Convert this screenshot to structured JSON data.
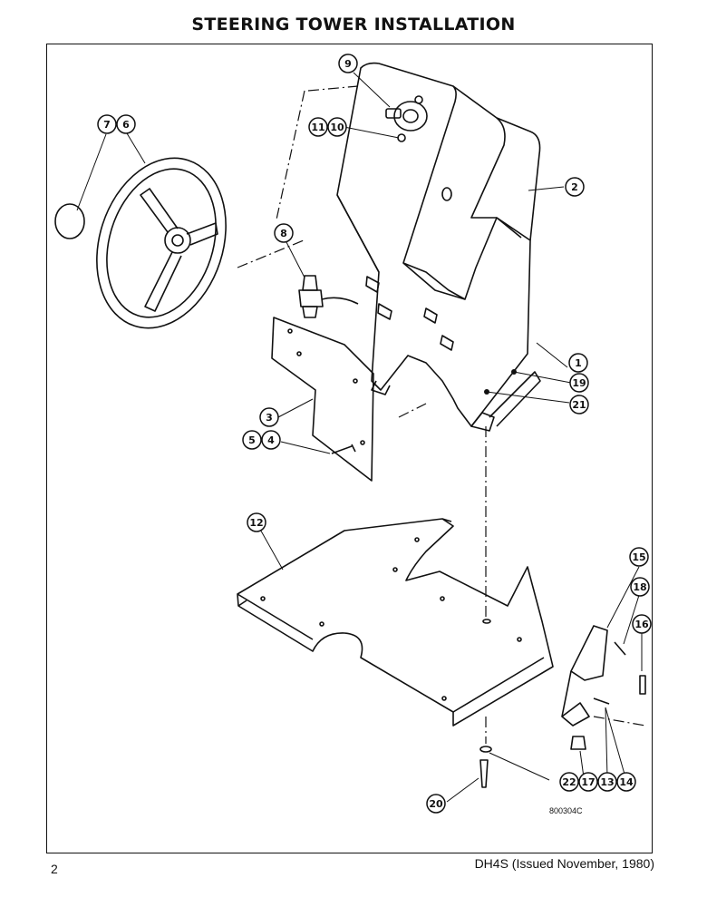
{
  "page": {
    "title": "STEERING TOWER INSTALLATION",
    "page_number": "2",
    "issue_note": "DH4S (Issued November, 1980)",
    "figure_code": "800304C"
  },
  "callouts": [
    "1",
    "2",
    "3",
    "4",
    "5",
    "6",
    "7",
    "8",
    "9",
    "10",
    "11",
    "12",
    "13",
    "14",
    "15",
    "16",
    "17",
    "18",
    "19",
    "20",
    "21",
    "22"
  ]
}
